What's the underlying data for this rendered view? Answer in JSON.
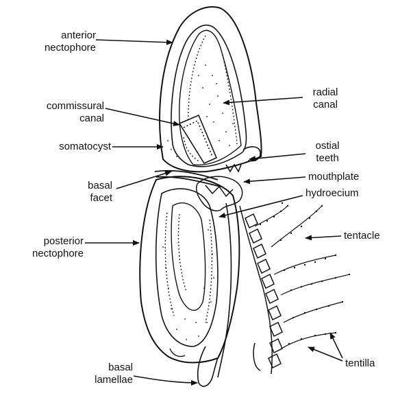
{
  "labels": {
    "anterior_nectophore": [
      "anterior",
      "nectophore"
    ],
    "commissural_canal": [
      "commissural",
      "canal"
    ],
    "somatocyst": "somatocyst",
    "basal_facet": [
      "basal",
      "facet"
    ],
    "posterior_nectophore": [
      "posterior",
      "nectophore"
    ],
    "basal_lamellae": [
      "basal",
      "lamellae"
    ],
    "radial_canal": [
      "radial",
      "canal"
    ],
    "ostial_teeth": [
      "ostial",
      "teeth"
    ],
    "mouthplate": "mouthplate",
    "hydroecium": "hydroecium",
    "tentacle": "tentacle",
    "tentilla": "tentilla"
  },
  "colors": {
    "ink": "#111111",
    "paper": "#ffffff"
  }
}
